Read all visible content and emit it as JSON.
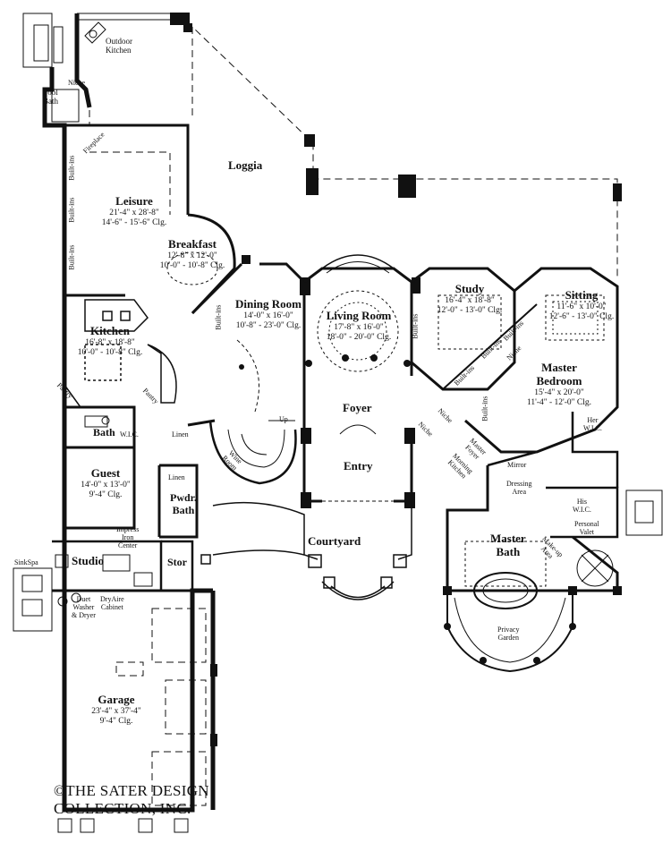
{
  "rooms": {
    "outdoor_kitchen": "Outdoor\nKitchen",
    "niche_top": "Niche",
    "pool_bath": "Pool\nBath",
    "fireplace": "Fireplace",
    "loggia": "Loggia",
    "leisure": {
      "name": "Leisure",
      "size": "21'-4\" x 28'-8\"",
      "clg": "14'-6\" - 15'-6\" Clg."
    },
    "builtins": "Built-ins",
    "breakfast": {
      "name": "Breakfast",
      "size": "12'-8\" x 12'-0\"",
      "clg": "10'-0\" - 10'-8\" Clg."
    },
    "dining": {
      "name": "Dining Room",
      "size": "14'-0\" x 16'-0\"",
      "clg": "10'-8\" - 23'-0\" Clg."
    },
    "living": {
      "name": "Living Room",
      "size": "17'-8\" x 16'-0\"",
      "clg": "18'-0\" - 20'-0\" Clg."
    },
    "study": {
      "name": "Study",
      "size": "16'-4\" x 18'-8\"",
      "clg": "12'-0\" - 13'-0\" Clg."
    },
    "sitting": {
      "name": "Sitting",
      "size": "11'-6\" x 10'-0\"",
      "clg": "12'-6\" - 13'-0\" Clg."
    },
    "kitchen": {
      "name": "Kitchen",
      "size": "16'-8\" x 18'-8\"",
      "clg": "10'-0\" - 10'-8\" Clg."
    },
    "pantry": "Pantry",
    "master_bedroom": {
      "name": "Master\nBedroom",
      "size": "15'-4\" x 20'-0\"",
      "clg": "11'-4\" - 12'-0\" Clg."
    },
    "niche": "Niche",
    "foyer": "Foyer",
    "up": "Up",
    "bath": "Bath",
    "wic": "W.I.C.",
    "linen": "Linen",
    "wine_room": "Wine\nRoom",
    "entry": "Entry",
    "master_foyer": "Master\nFoyer",
    "morning_kitchen": "Morning\nKitchen",
    "her_wic": "Her\nW.I.C.",
    "mirror": "Mirror",
    "dressing_area": "Dressing\nArea",
    "his_wic": "His\nW.I.C.",
    "personal_valet": "Personal\nValet",
    "guest": {
      "name": "Guest",
      "size": "14'-0\" x 13'-0\"",
      "clg": "9'-4\" Clg."
    },
    "pwdr_bath": "Pwdr.\nBath",
    "courtyard": "Courtyard",
    "impress_iron": "Impress\nIron\nCenter",
    "master_bath": "Master\nBath",
    "makeup": "Make-up\nArea",
    "sinkspa": "SinkSpa",
    "studio": "Studio",
    "stor": "Stor",
    "duet": "Duet\nWasher\n& Dryer",
    "dryaire": "DryAire\nCabinet",
    "privacy_garden": "Privacy\nGarden",
    "garage": {
      "name": "Garage",
      "size": "23'-4\" x 37'-4\"",
      "clg": "9'-4\" Clg."
    }
  },
  "copyright": "©THE SATER DESIGN\nCOLLECTION, INC."
}
